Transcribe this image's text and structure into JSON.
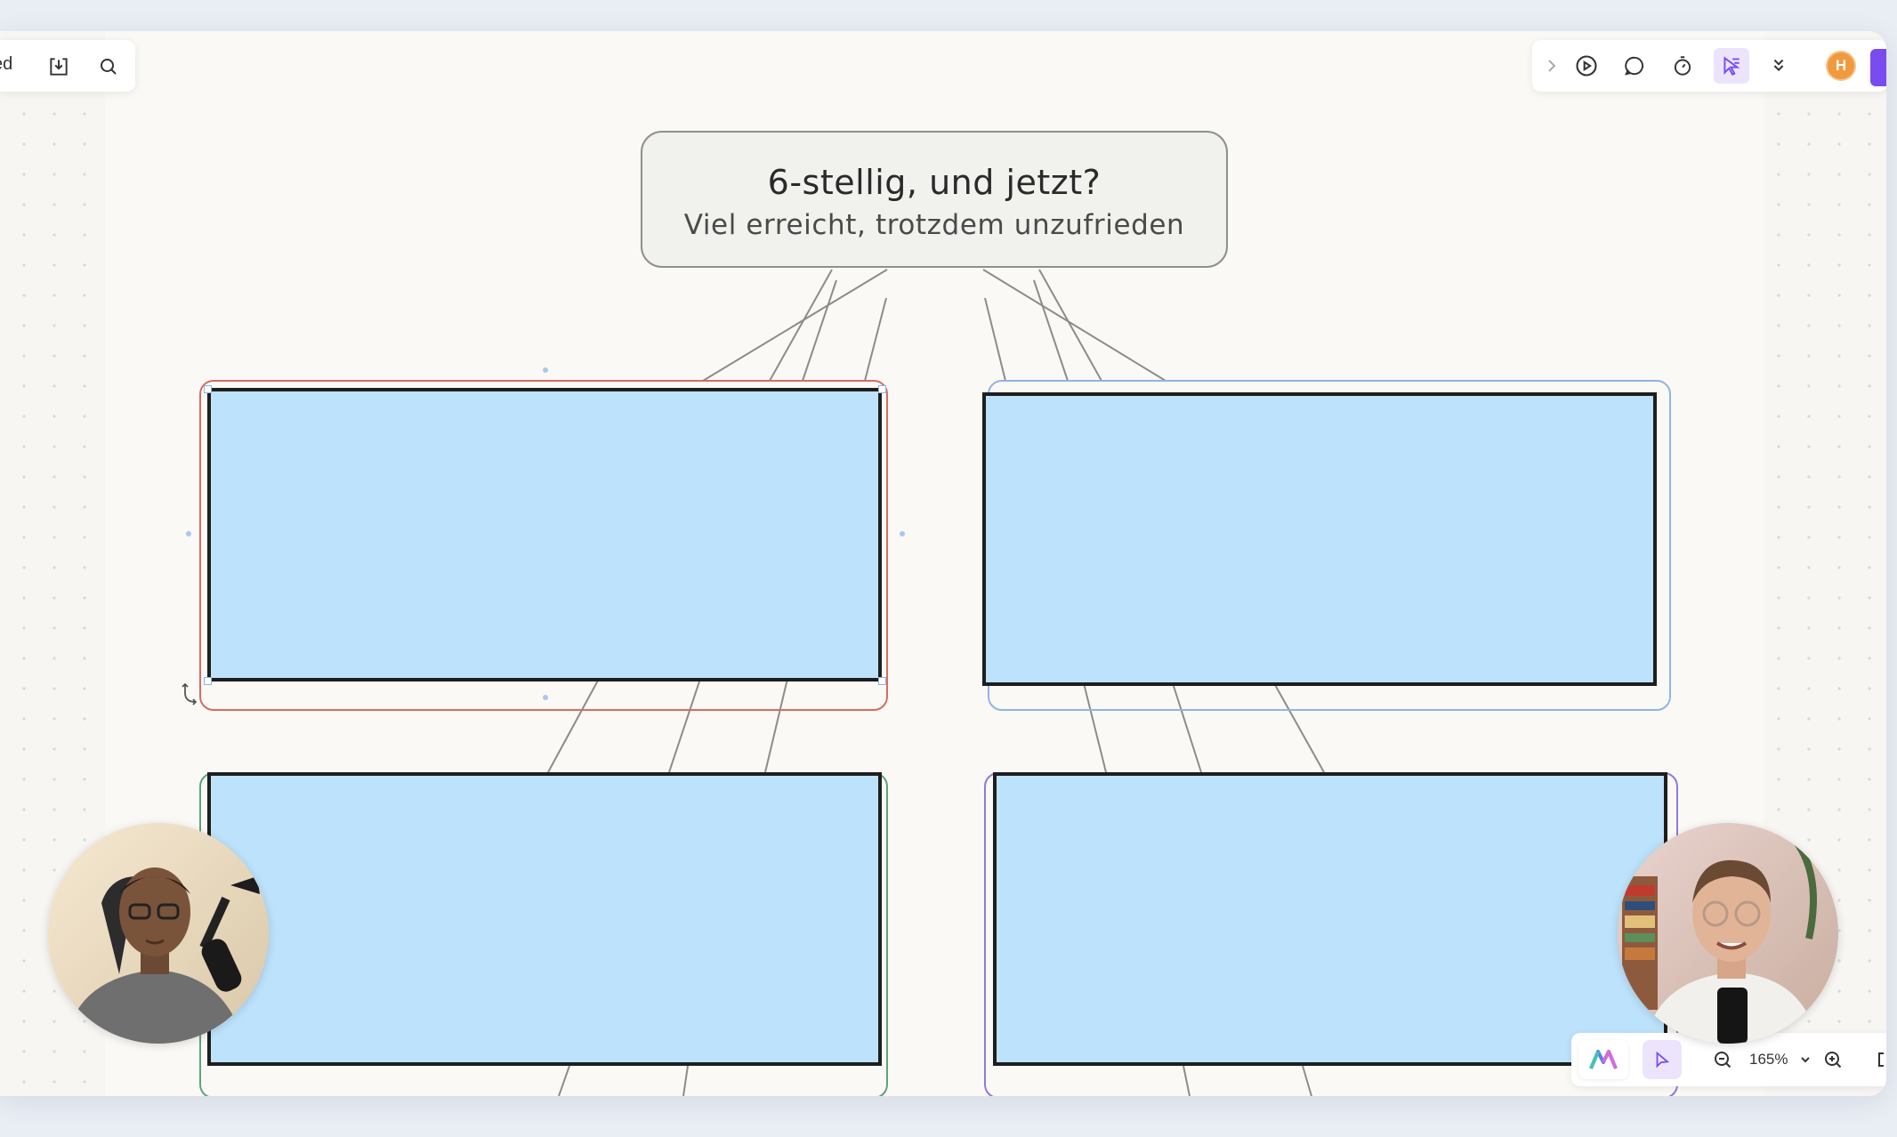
{
  "toolbar_left": {
    "truncated_label": "ed",
    "export_icon": "download-icon",
    "search_icon": "search-icon"
  },
  "toolbar_right": {
    "collapse_icon": "chevron-right-icon",
    "present_icon": "play-icon",
    "comment_icon": "comment-icon",
    "timer_icon": "stopwatch-icon",
    "pointer_icon": "cursor-pointer-icon",
    "more_icon": "double-chevron-down-icon",
    "user_initial": "H",
    "user_color": "#f09a3e",
    "accent_color": "#7a4cf0"
  },
  "board": {
    "title": "6-stellig, und jetzt?",
    "subtitle": "Viel erreicht, trotzdem unzufrieden",
    "shape_fill": "#bde2fb",
    "boxes": [
      {
        "id": "top-left",
        "outline_color": "#d96b5f"
      },
      {
        "id": "top-right",
        "outline_color": "#8fb4e6"
      },
      {
        "id": "bottom-left",
        "outline_color": "#5ea37a"
      },
      {
        "id": "bottom-right",
        "outline_color": "#8f7ad6"
      }
    ]
  },
  "toolbar_bottom": {
    "ai_icon": "ai-logo-icon",
    "select_icon": "select-pointer-icon",
    "zoom_out_icon": "zoom-out-icon",
    "zoom_level": "165%",
    "zoom_dropdown_icon": "chevron-down-icon",
    "zoom_in_icon": "zoom-in-icon"
  },
  "participants": [
    {
      "id": "participant-left"
    },
    {
      "id": "participant-right"
    }
  ]
}
